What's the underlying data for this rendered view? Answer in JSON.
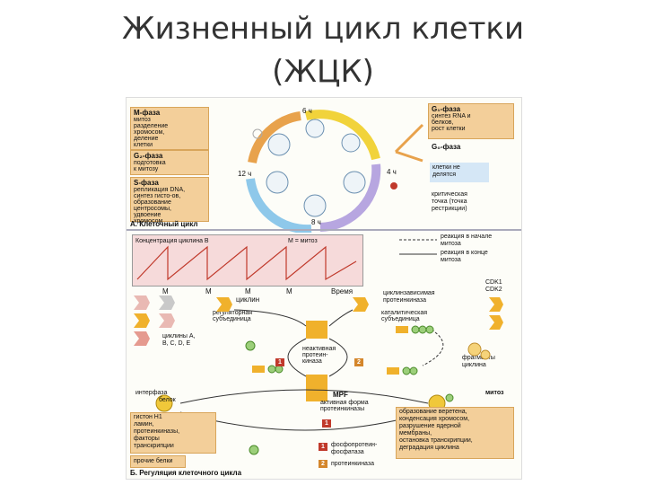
{
  "slide": {
    "title_line1": "Жизненный цикл клетки",
    "title_line2": "(ЖЦК)"
  },
  "panel_a": {
    "m_phase_title": "M-фаза",
    "m_phase_desc": "митоз\nразделение\nхромосом,\nделение\nклетки",
    "g2_title": "G₂-фаза",
    "g2_desc": "подготовка\nк митозу",
    "s_title": "S-фаза",
    "s_desc": "репликация DNA,\nсинтез гисто-ов,\nобразование\nцентросомы,\nудвоение\nхромосом",
    "g1_title": "G₁-фаза",
    "g1_desc": "синтез RNA и\nбелков,\nрост клетки",
    "g0_title": "G₀-фаза",
    "g0_desc": "клетки не\nделятся",
    "restriction": "критическая\nточка (точка\nрестрикции)",
    "t_top": "6 ч",
    "t_left": "12 ч",
    "t_right": "4 ч",
    "t_bottom": "8 ч",
    "caption": "А. Клеточный цикл"
  },
  "panel_b": {
    "graph_ylabel": "Концентрация циклина В",
    "graph_mlabel": "М = митоз",
    "graph_m": [
      "М",
      "М",
      "М",
      "М"
    ],
    "graph_time": "Время",
    "legend_start": "реакция в начале\nмитоза",
    "legend_end": "реакция в конце\nмитоза",
    "cyclin": "циклин",
    "cdk": "циклинзависимая\nпротеинкиназа",
    "cdk_list": "CDK1\nCDK2",
    "reg_subunit": "регуляторная\nсубъединица",
    "cat_subunit": "каталитическая\nсубъединица",
    "cyclins_list": "циклины А,\nB, C, D, E",
    "inactive": "неактивная\nпротеин-\nкиназа",
    "fragments": "фрагменты\nциклина",
    "interphase": "интерфаза",
    "mitosis": "митоз",
    "protein": "белок",
    "mpf": "MPF",
    "mpf_desc": "активная форма\nпротеинкиназы",
    "targets": "гистон Н1\nламин,\nпротеинкиназы,\nфакторы\nтранскрипции",
    "other_proteins": "прочие белки",
    "effects": "образование веретена,\nконденсация хромосом,\nразрушение ядерной\nмембраны,\nостановка транскрипции,\nдеградация циклина",
    "key1_num": "1",
    "key1_label": "фосфопротеин-\nфосфатаза",
    "key2_num": "2",
    "key2_label": "протеинкиназа",
    "marker_1": "1",
    "marker_2": "2",
    "caption": "Б. Регуляция клеточного цикла"
  },
  "colors": {
    "phase_box": "#f3cf9a",
    "ring_m": "#e8a24c",
    "ring_g1": "#f1d33b",
    "ring_s": "#b7a6e0",
    "ring_g2": "#8ec8ea",
    "graph_bg": "#f6dada",
    "cyclin_curve": "#c0392b",
    "enzyme": "#f0b12c"
  }
}
